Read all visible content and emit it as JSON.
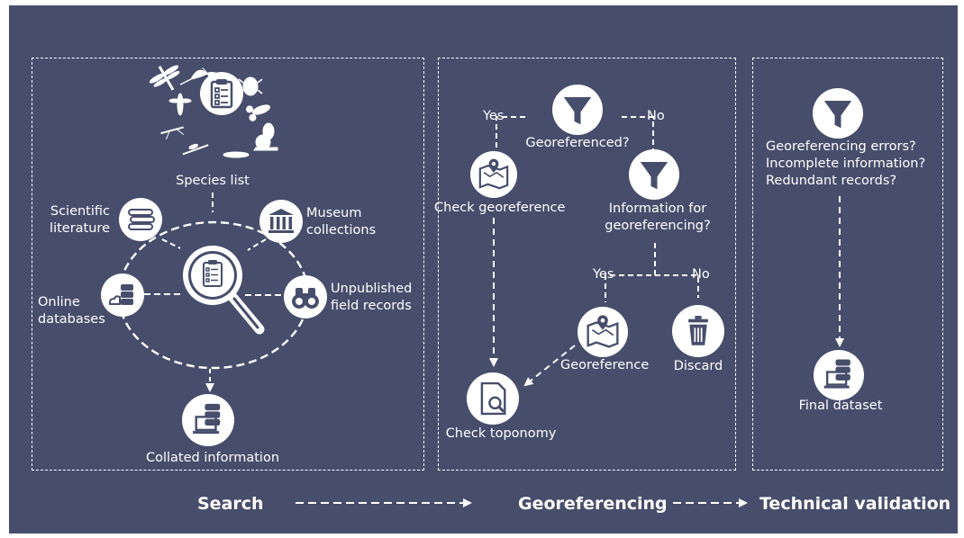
{
  "colors": {
    "background": "#474e6c",
    "foreground": "#ffffff"
  },
  "search": {
    "species_list": "Species list",
    "scientific_literature": "Scientific\nliterature",
    "museum_collections": "Museum\ncollections",
    "online_databases": "Online\ndatabases",
    "unpublished_field_records": "Unpublished\nfield records",
    "collated_information": "Collated information"
  },
  "georeferencing": {
    "yes_1": "Yes",
    "no_1": "No",
    "georeferenced_question": "Georeferenced?",
    "check_georeference": "Check georeference",
    "information_question": "Information for\ngeoreferencing?",
    "yes_2": "Yes",
    "no_2": "No",
    "georeference": "Georeference",
    "discard": "Discard",
    "check_toponomy": "Check toponomy"
  },
  "validation": {
    "errors_question": "Georeferencing errors?\nIncomplete information?\nRedundant records?",
    "final_dataset": "Final dataset"
  },
  "phases": {
    "search": "Search",
    "georeferencing": "Georeferencing",
    "technical_validation": "Technical validation"
  },
  "icons": [
    "insects-icon",
    "clipboard-icon",
    "books-icon",
    "museum-icon",
    "database-cloud-icon",
    "binoculars-icon",
    "magnifier-clipboard-icon",
    "database-laptop-icon",
    "funnel-icon",
    "map-pin-icon",
    "trash-icon",
    "document-search-icon"
  ]
}
